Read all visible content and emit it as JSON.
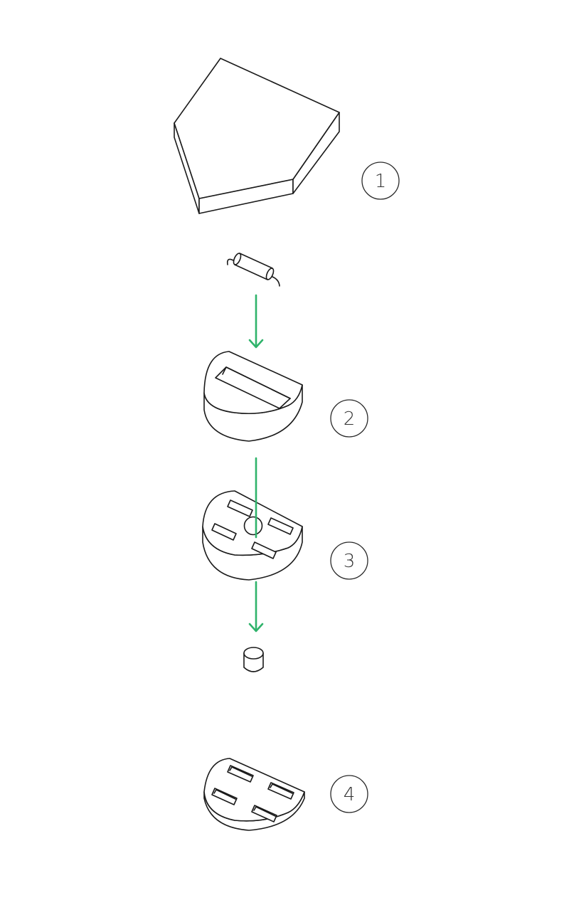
{
  "steps": [
    {
      "number": "1",
      "part": "pentagon-cover"
    },
    {
      "number": "2",
      "part": "half-disc-with-slot"
    },
    {
      "number": "3",
      "part": "half-disc-with-holes"
    },
    {
      "number": "4",
      "part": "base-plate"
    }
  ],
  "colors": {
    "line": "#1a1a1a",
    "arrow": "#2fb36b",
    "badge_text": "#333333"
  }
}
